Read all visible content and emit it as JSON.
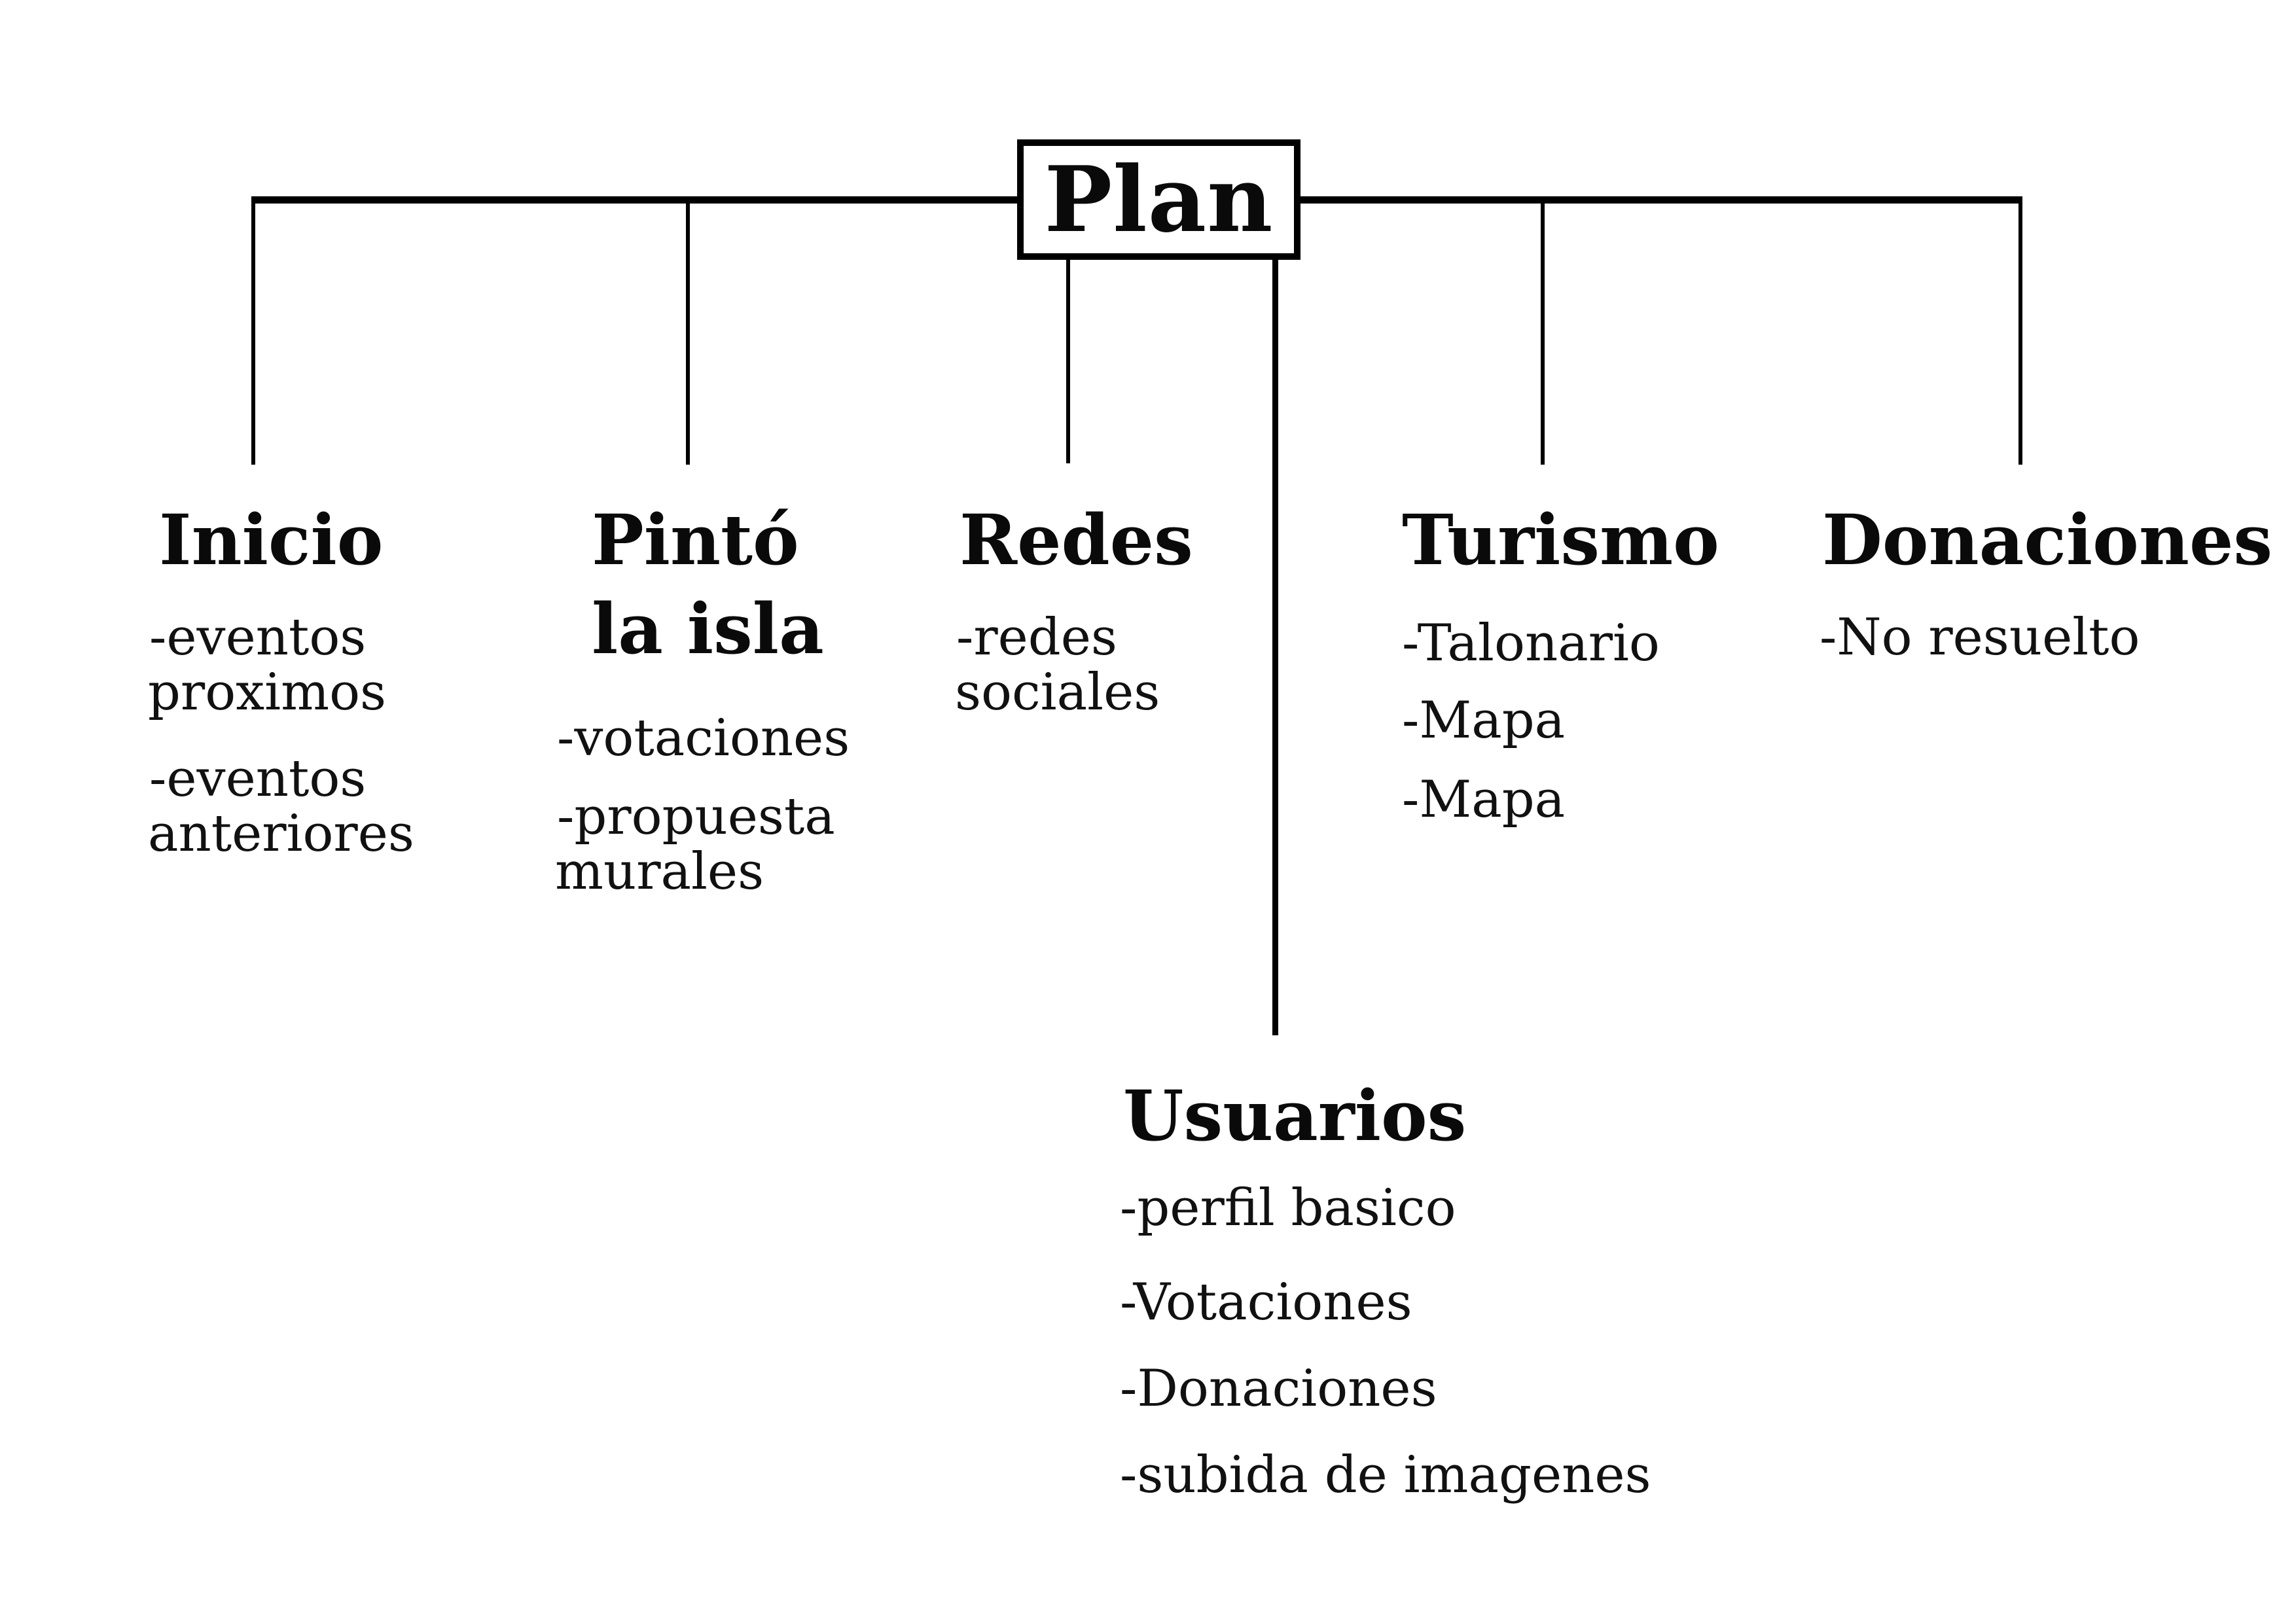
{
  "diagram": {
    "title": "Plan sitemap diagram",
    "colors": {
      "ink": "#000000",
      "background": "#ffffff"
    },
    "root": {
      "label": "Plan"
    },
    "branches": [
      {
        "id": "inicio",
        "heading_lines": [
          "Inicio"
        ],
        "items": [
          [
            "-eventos",
            "proximos"
          ],
          [
            "-eventos",
            "anteriores"
          ]
        ]
      },
      {
        "id": "pinto-la-isla",
        "heading_lines": [
          "Pintó",
          "la isla"
        ],
        "items": [
          [
            "-votaciones"
          ],
          [
            "-propuesta",
            "murales"
          ]
        ]
      },
      {
        "id": "redes",
        "heading_lines": [
          "Redes"
        ],
        "items": [
          [
            "-redes",
            "sociales"
          ]
        ]
      },
      {
        "id": "turismo",
        "heading_lines": [
          "Turismo"
        ],
        "items": [
          [
            "-Talonario"
          ],
          [
            "-Mapa"
          ],
          [
            "-Mapa"
          ]
        ]
      },
      {
        "id": "donaciones",
        "heading_lines": [
          "Donaciones"
        ],
        "items": [
          [
            "-No resuelto"
          ]
        ]
      },
      {
        "id": "usuarios",
        "heading_lines": [
          "Usuarios"
        ],
        "items": [
          [
            "-perfil basico"
          ],
          [
            "-Votaciones"
          ],
          [
            "-Donaciones"
          ],
          [
            "-subida de imagenes"
          ]
        ]
      }
    ]
  }
}
